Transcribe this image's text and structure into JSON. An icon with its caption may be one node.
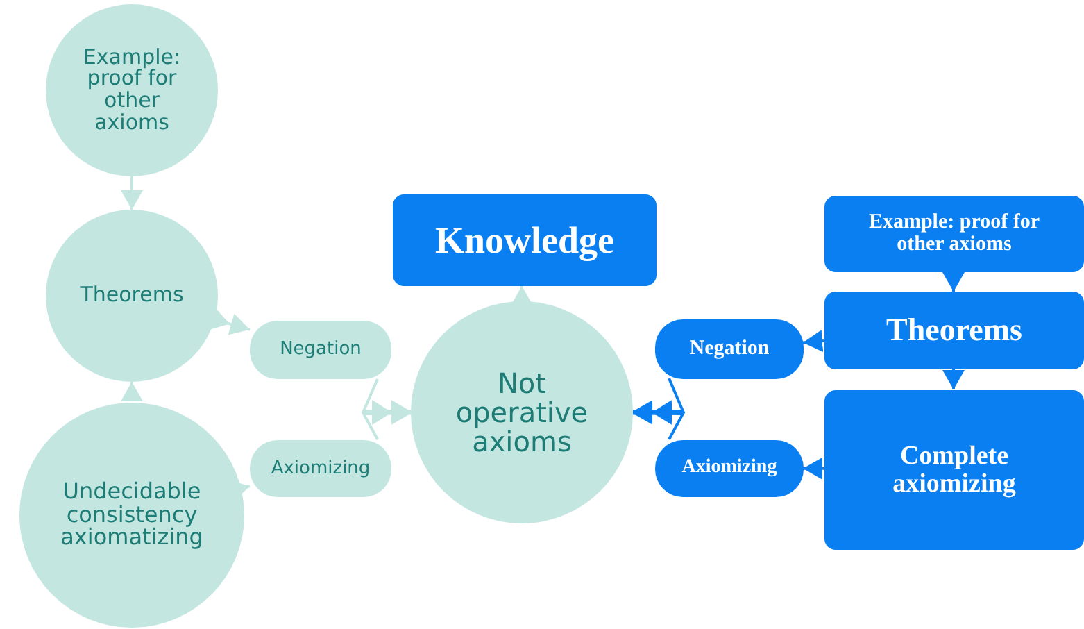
{
  "diagram": {
    "nodes": [
      {
        "text": [
          "Example: proof for other axioms"
        ]
      },
      {
        "text": [
          "Theorems"
        ]
      },
      {
        "text": [
          "Undecidable consistency axiomatizing"
        ]
      },
      {
        "text": [
          "Negation"
        ]
      },
      {
        "text": [
          "Axiomizing"
        ]
      },
      {
        "text": [
          "Not operative axioms"
        ]
      },
      {
        "text": [
          "Knowledge"
        ]
      },
      {
        "text": [
          "Negation"
        ]
      },
      {
        "text": [
          "Axiomizing"
        ]
      },
      {
        "text": [
          "Example: proof for other axioms"
        ]
      },
      {
        "text": [
          "Theorems"
        ]
      },
      {
        "text": [
          "Complete axiomizing"
        ]
      }
    ],
    "edges": [
      {
        "from": 0,
        "to": 1,
        "arrow": "to"
      },
      {
        "from": 2,
        "to": 1,
        "arrow": "to"
      },
      {
        "from": 1,
        "to": 3,
        "arrow": "to"
      },
      {
        "from": 2,
        "to": 4,
        "arrow": "to"
      },
      {
        "from": 3,
        "to": 5,
        "arrow": "to"
      },
      {
        "from": 4,
        "to": 5,
        "arrow": "to"
      },
      {
        "from": 5,
        "to": 6,
        "arrow": "to"
      },
      {
        "from": 7,
        "to": 5,
        "arrow": "to",
        "color": "#0a7ff2"
      },
      {
        "from": 8,
        "to": 5,
        "arrow": "to",
        "color": "#0a7ff2"
      },
      {
        "from": 10,
        "to": 7,
        "arrow": "to",
        "color": "#0a7ff2"
      },
      {
        "from": 11,
        "to": 8,
        "arrow": "to",
        "color": "#0a7ff2"
      },
      {
        "from": 9,
        "to": 10,
        "arrow": "to",
        "color": "#0a7ff2"
      },
      {
        "from": 10,
        "to": 11,
        "arrow": "to",
        "color": "#0a7ff2"
      }
    ]
  }
}
